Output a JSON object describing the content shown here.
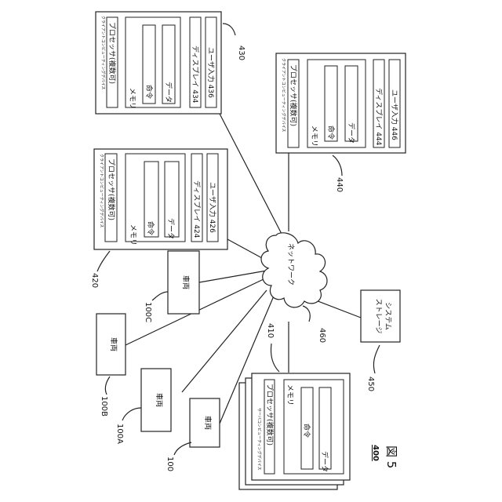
{
  "figure": {
    "number": "400",
    "caption": "図 5"
  },
  "network": {
    "label": "ネットワーク",
    "ref": "460"
  },
  "storage": {
    "line1": "ストレージ",
    "line2": "システム",
    "ref": "450"
  },
  "vehicles": [
    {
      "label": "車両",
      "ref": "100"
    },
    {
      "label": "車両",
      "ref": "100A"
    },
    {
      "label": "車両",
      "ref": "100B"
    },
    {
      "label": "車両",
      "ref": "100C"
    }
  ],
  "server": {
    "title": "サーバコンピューティングデバイス",
    "processor": "プロセッサ(複数可)",
    "memory": "メモリ",
    "instructions": "命令",
    "data": "データ",
    "ref": "410"
  },
  "client1": {
    "title": "クライアントコンピューティングデバイス",
    "processor": "プロセッサ(複数可)",
    "memory": "メモリ",
    "instructions": "命令",
    "data": "データ",
    "display": "ディスプレイ 424",
    "user_input": "ユーザ入力 426",
    "ref": "420"
  },
  "client2": {
    "title": "クライアントコンピューティングデバイス",
    "processor": "プロセッサ(複数可)",
    "memory": "メモリ",
    "instructions": "命令",
    "data": "データ",
    "display": "ディスプレイ 434",
    "user_input": "ユーザ入力 436",
    "ref": "430"
  },
  "client3": {
    "title": "クライアントコンピューティングデバイス",
    "processor": "プロセッサ(複数可)",
    "memory": "メモリ",
    "instructions": "命令",
    "data": "データ",
    "display": "ディスプレイ 444",
    "user_input": "ユーザ入力 446",
    "ref": "440"
  }
}
